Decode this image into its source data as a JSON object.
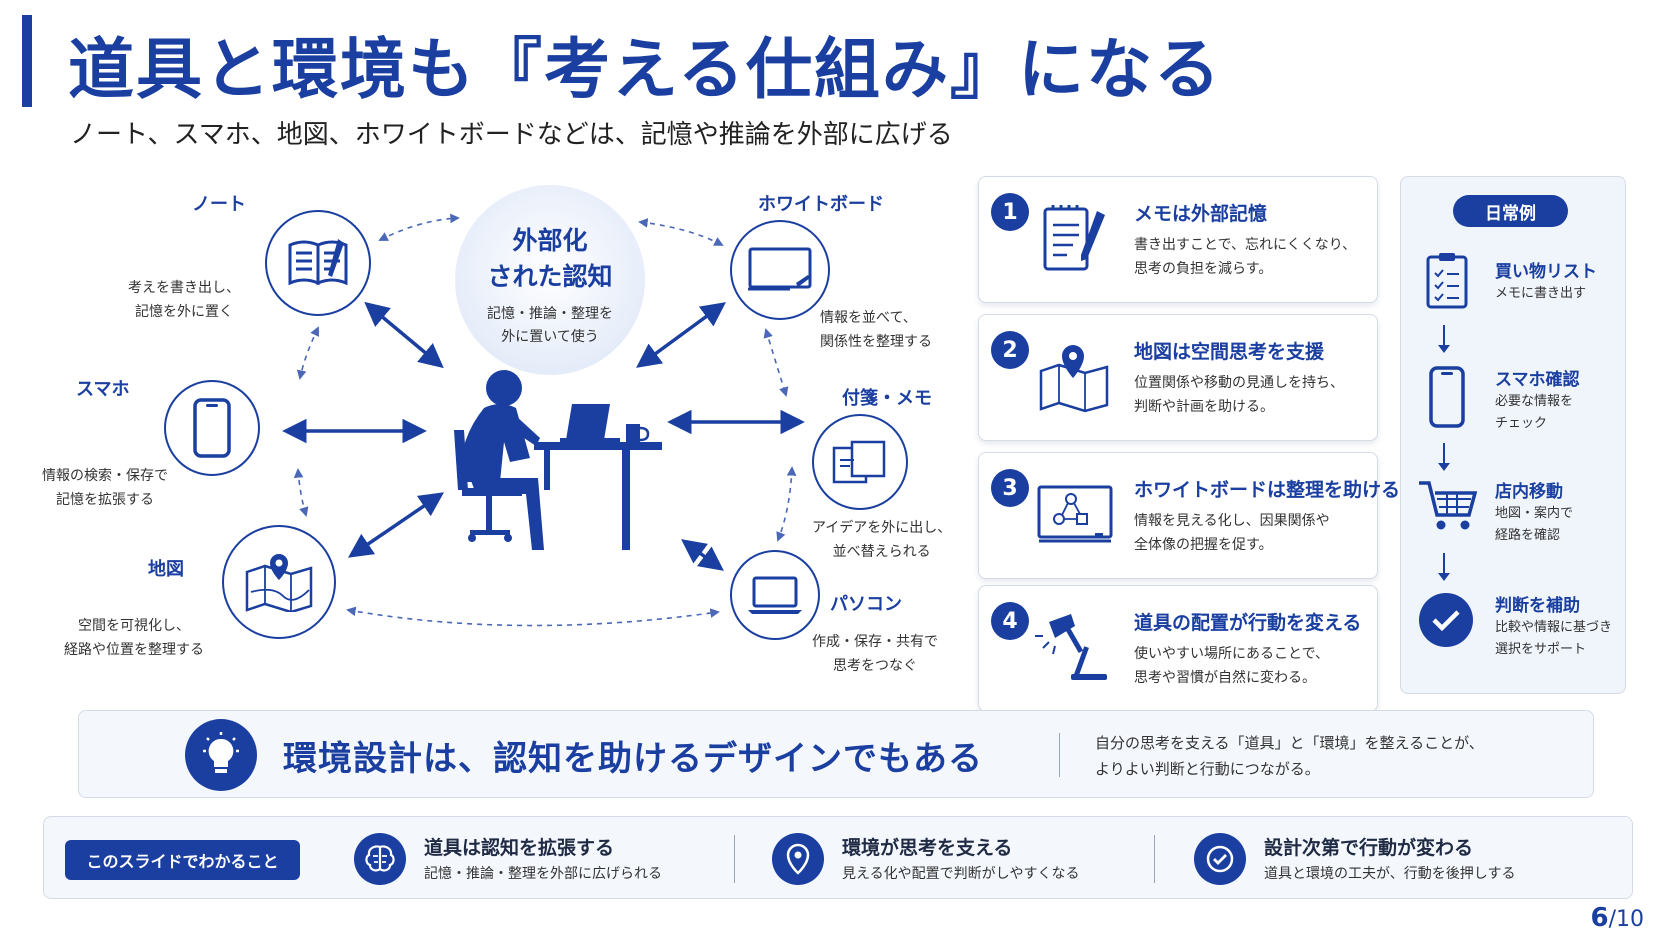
{
  "title": "道具と環境も『考える仕組み』になる",
  "subtitle": "ノート、スマホ、地図、ホワイトボードなどは、記憶や推論を外部に広げる",
  "diagram": {
    "center": {
      "title": "外部化\nされた認知",
      "desc": "記憶・推論・整理を\n外に置いて使う"
    },
    "nodes": {
      "note": {
        "label": "ノート",
        "desc": "考えを書き出し、\n記憶を外に置く",
        "icon": "open-book-icon"
      },
      "smartphone": {
        "label": "スマホ",
        "desc": "情報の検索・保存で\n記憶を拡張する",
        "icon": "smartphone-icon"
      },
      "map": {
        "label": "地図",
        "desc": "空間を可視化し、\n経路や位置を整理する",
        "icon": "map-icon"
      },
      "whiteboard": {
        "label": "ホワイトボード",
        "desc": "情報を並べて、\n関係性を整理する",
        "icon": "whiteboard-icon"
      },
      "sticky": {
        "label": "付箋・メモ",
        "desc": "アイデアを外に出し、\n並べ替えられる",
        "icon": "sticky-notes-icon"
      },
      "pc": {
        "label": "パソコン",
        "desc": "作成・保存・共有で\n思考をつなぐ",
        "icon": "laptop-icon"
      }
    }
  },
  "cards": [
    {
      "num": "1",
      "title": "メモは外部記憶",
      "desc": "書き出すことで、忘れにくくなり、\n思考の負担を減らす。",
      "icon": "notepad-pen-icon"
    },
    {
      "num": "2",
      "title": "地図は空間思考を支援",
      "desc": "位置関係や移動の見通しを持ち、\n判断や計画を助ける。",
      "icon": "map-pin-icon"
    },
    {
      "num": "3",
      "title": "ホワイトボードは整理を助ける",
      "desc": "情報を見える化し、因果関係や\n全体像の把握を促す。",
      "icon": "diagram-board-icon"
    },
    {
      "num": "4",
      "title": "道具の配置が行動を変える",
      "desc": "使いやすい場所にあることで、\n思考や習慣が自然に変わる。",
      "icon": "desk-lamp-icon"
    }
  ],
  "daily": {
    "tag": "日常例",
    "items": [
      {
        "title": "買い物リスト",
        "desc": "メモに書き出す",
        "icon": "clipboard-icon"
      },
      {
        "title": "スマホ確認",
        "desc": "必要な情報を\nチェック",
        "icon": "phone-icon"
      },
      {
        "title": "店内移動",
        "desc": "地図・案内で\n経路を確認",
        "icon": "cart-icon"
      },
      {
        "title": "判断を補助",
        "desc": "比較や情報に基づき\n選択をサポート",
        "icon": "check-circle-icon"
      }
    ]
  },
  "message": {
    "main": "環境設計は、認知を助けるデザインでもある",
    "sub": "自分の思考を支える「道具」と「環境」を整えることが、\nよりよい判断と行動につながる。"
  },
  "takeaways": {
    "tag": "このスライドでわかること",
    "items": [
      {
        "title": "道具は認知を拡張する",
        "desc": "記憶・推論・整理を外部に広げられる",
        "icon": "brain-icon"
      },
      {
        "title": "環境が思考を支える",
        "desc": "見える化や配置で判断がしやすくなる",
        "icon": "location-pin-icon"
      },
      {
        "title": "設計次第で行動が変わる",
        "desc": "道具と環境の工夫が、行動を後押しする",
        "icon": "check-badge-icon"
      }
    ]
  },
  "page": {
    "current": "6",
    "total": "/10"
  },
  "colors": {
    "accent": "#1a3fa0",
    "panel": "#f4f7fc"
  }
}
